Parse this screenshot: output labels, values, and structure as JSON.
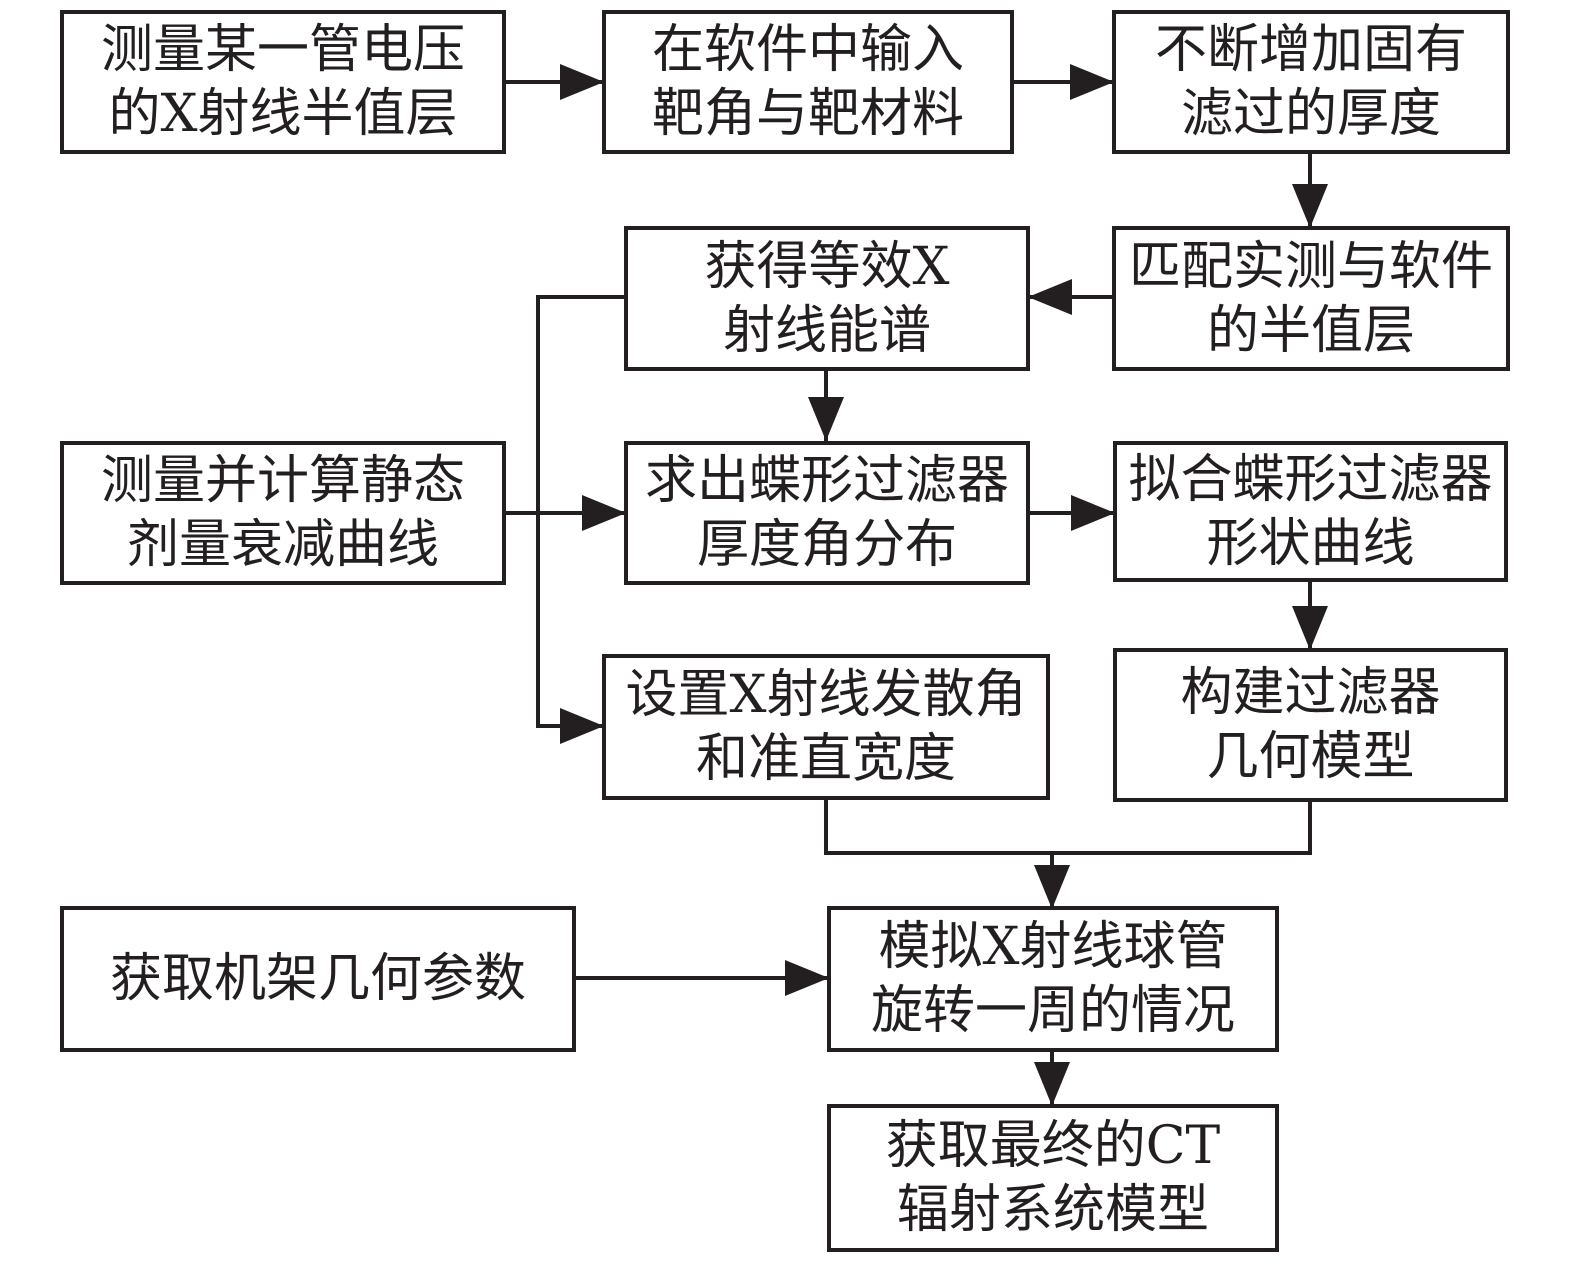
{
  "diagram": {
    "line_color": "#231f20",
    "nodes": {
      "measure_hvl": {
        "lines": [
          "测量某一管电压",
          "的X射线半值层"
        ]
      },
      "input_target": {
        "lines": [
          "在软件中输入",
          "靶角与靶材料"
        ]
      },
      "increase_filter": {
        "lines": [
          "不断增加固有",
          "滤过的厚度"
        ]
      },
      "match_hvl": {
        "lines": [
          "匹配实测与软件",
          "的半值层"
        ]
      },
      "equiv_spectrum": {
        "lines": [
          "获得等效X",
          "射线能谱"
        ]
      },
      "measure_dose": {
        "lines": [
          "测量并计算静态",
          "剂量衰减曲线"
        ]
      },
      "bowtie_thickness": {
        "lines": [
          "求出蝶形过滤器",
          "厚度角分布"
        ]
      },
      "fit_bowtie": {
        "lines": [
          "拟合蝶形过滤器",
          "形状曲线"
        ]
      },
      "set_divergence": {
        "lines": [
          "设置X射线发散角",
          "和准直宽度"
        ]
      },
      "build_filter": {
        "lines": [
          "构建过滤器",
          "几何模型"
        ]
      },
      "gantry_params": {
        "lines": [
          "获取机架几何参数"
        ]
      },
      "simulate_rotation": {
        "lines": [
          "模拟X射线球管",
          "旋转一周的情况"
        ]
      },
      "final_model": {
        "lines": [
          "获取最终的CT",
          "辐射系统模型"
        ]
      }
    }
  }
}
